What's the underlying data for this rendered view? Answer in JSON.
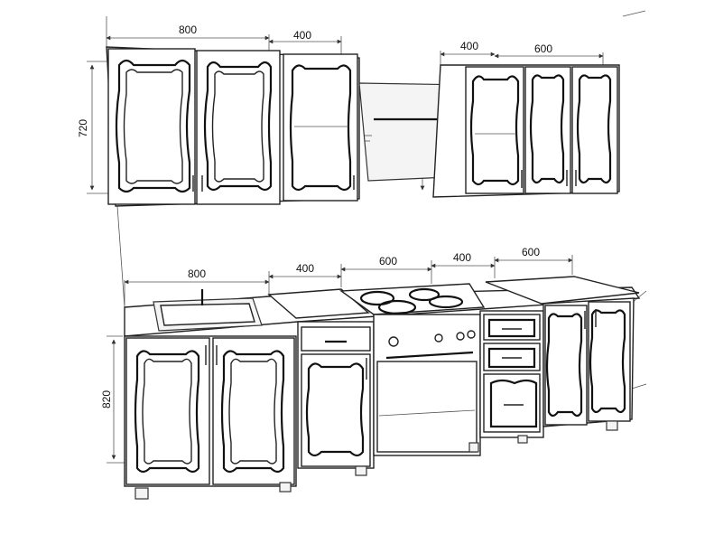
{
  "dimensions": {
    "upper_width_left": "800",
    "upper_width_mid": "400",
    "upper_width_right_a": "400",
    "upper_width_right_b": "600",
    "upper_height": "720",
    "hood_height": "720",
    "lower_width_sink": "800",
    "lower_width_a": "400",
    "lower_width_stove": "600",
    "lower_width_drawers": "400",
    "lower_width_end": "600",
    "lower_height": "820"
  },
  "colors": {
    "line": "#222222",
    "background": "#ffffff"
  }
}
